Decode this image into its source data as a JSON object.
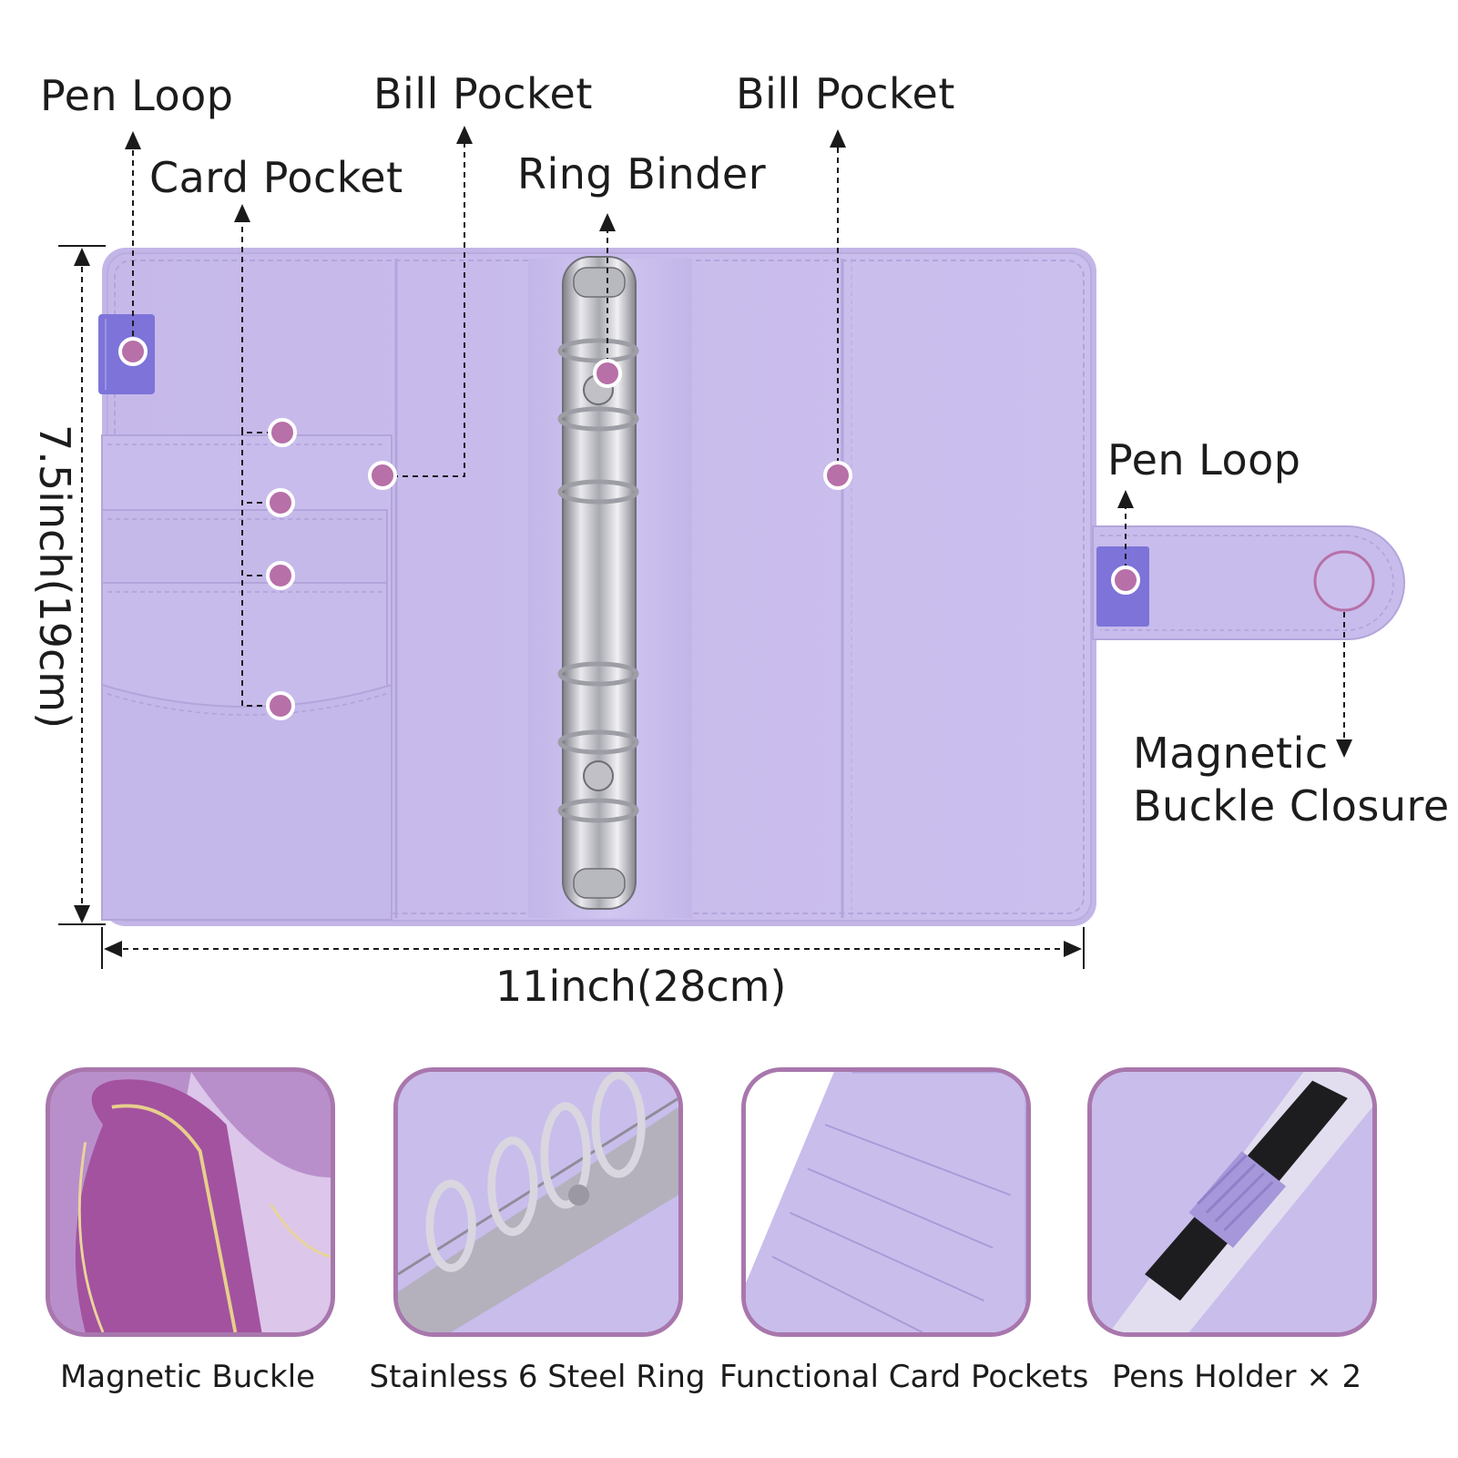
{
  "callouts": {
    "pen_loop_left": "Pen  Loop",
    "card_pocket": "Card Pocket",
    "bill_pocket_left": "Bill Pocket",
    "ring_binder": "Ring Binder",
    "bill_pocket_right": "Bill Pocket",
    "pen_loop_right": "Pen  Loop",
    "magnetic_line1": "Magnetic",
    "magnetic_line2": "Buckle Closure"
  },
  "dimensions": {
    "height": "7.5inch(19cm)",
    "width": "11inch(28cm)"
  },
  "features": [
    {
      "caption": "Magnetic Buckle"
    },
    {
      "caption": "Stainless 6 Steel Ring"
    },
    {
      "caption": "Functional Card Pockets"
    },
    {
      "caption": "Pens Holder × 2"
    }
  ],
  "colors": {
    "binder_purple": "#c9bdec",
    "binder_dark": "#b4a6de",
    "marker_pink": "#b770a8",
    "thumb_border": "#a877ad",
    "pen_loop_band": "#7d73d9",
    "ring_silver": "#d8d8dc"
  }
}
